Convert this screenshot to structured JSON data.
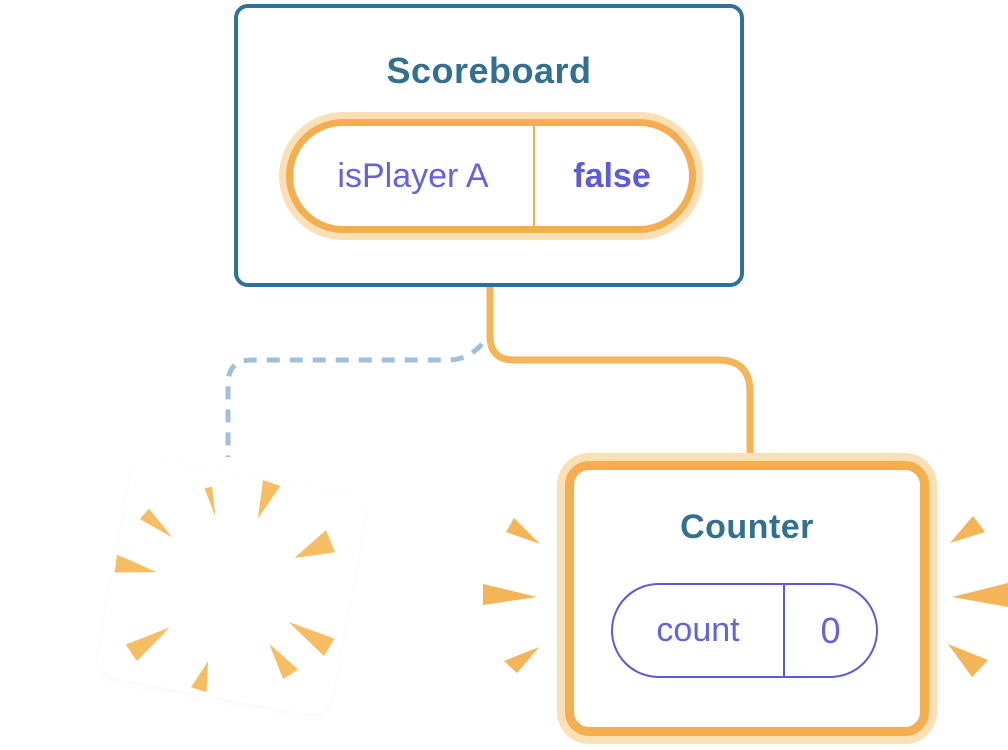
{
  "diagram": {
    "scoreboard": {
      "title": "Scoreboard",
      "state_pill": {
        "label": "isPlayer A",
        "value": "false"
      }
    },
    "counter": {
      "title": "Counter",
      "state_pill": {
        "label": "count",
        "value": "0"
      }
    },
    "icons": {
      "sparkle": "four-point-star",
      "burst": "destruction-spark-wedges",
      "emphasis": "highlight-spark-wedges"
    },
    "colors": {
      "card_border_blue": "#2E719C",
      "title_teal": "#33708F",
      "orange": "#F5AE4F",
      "orange_halo": "#FBE0B5",
      "burst_orange": "#F8BC62",
      "state_text_purple": "#6463DB",
      "state_value_purple": "#5E5BD7",
      "counter_pill_border": "#5B5BD8",
      "dashed_connector_blue": "#9FC0DB",
      "background": "#FFFFFF"
    }
  }
}
